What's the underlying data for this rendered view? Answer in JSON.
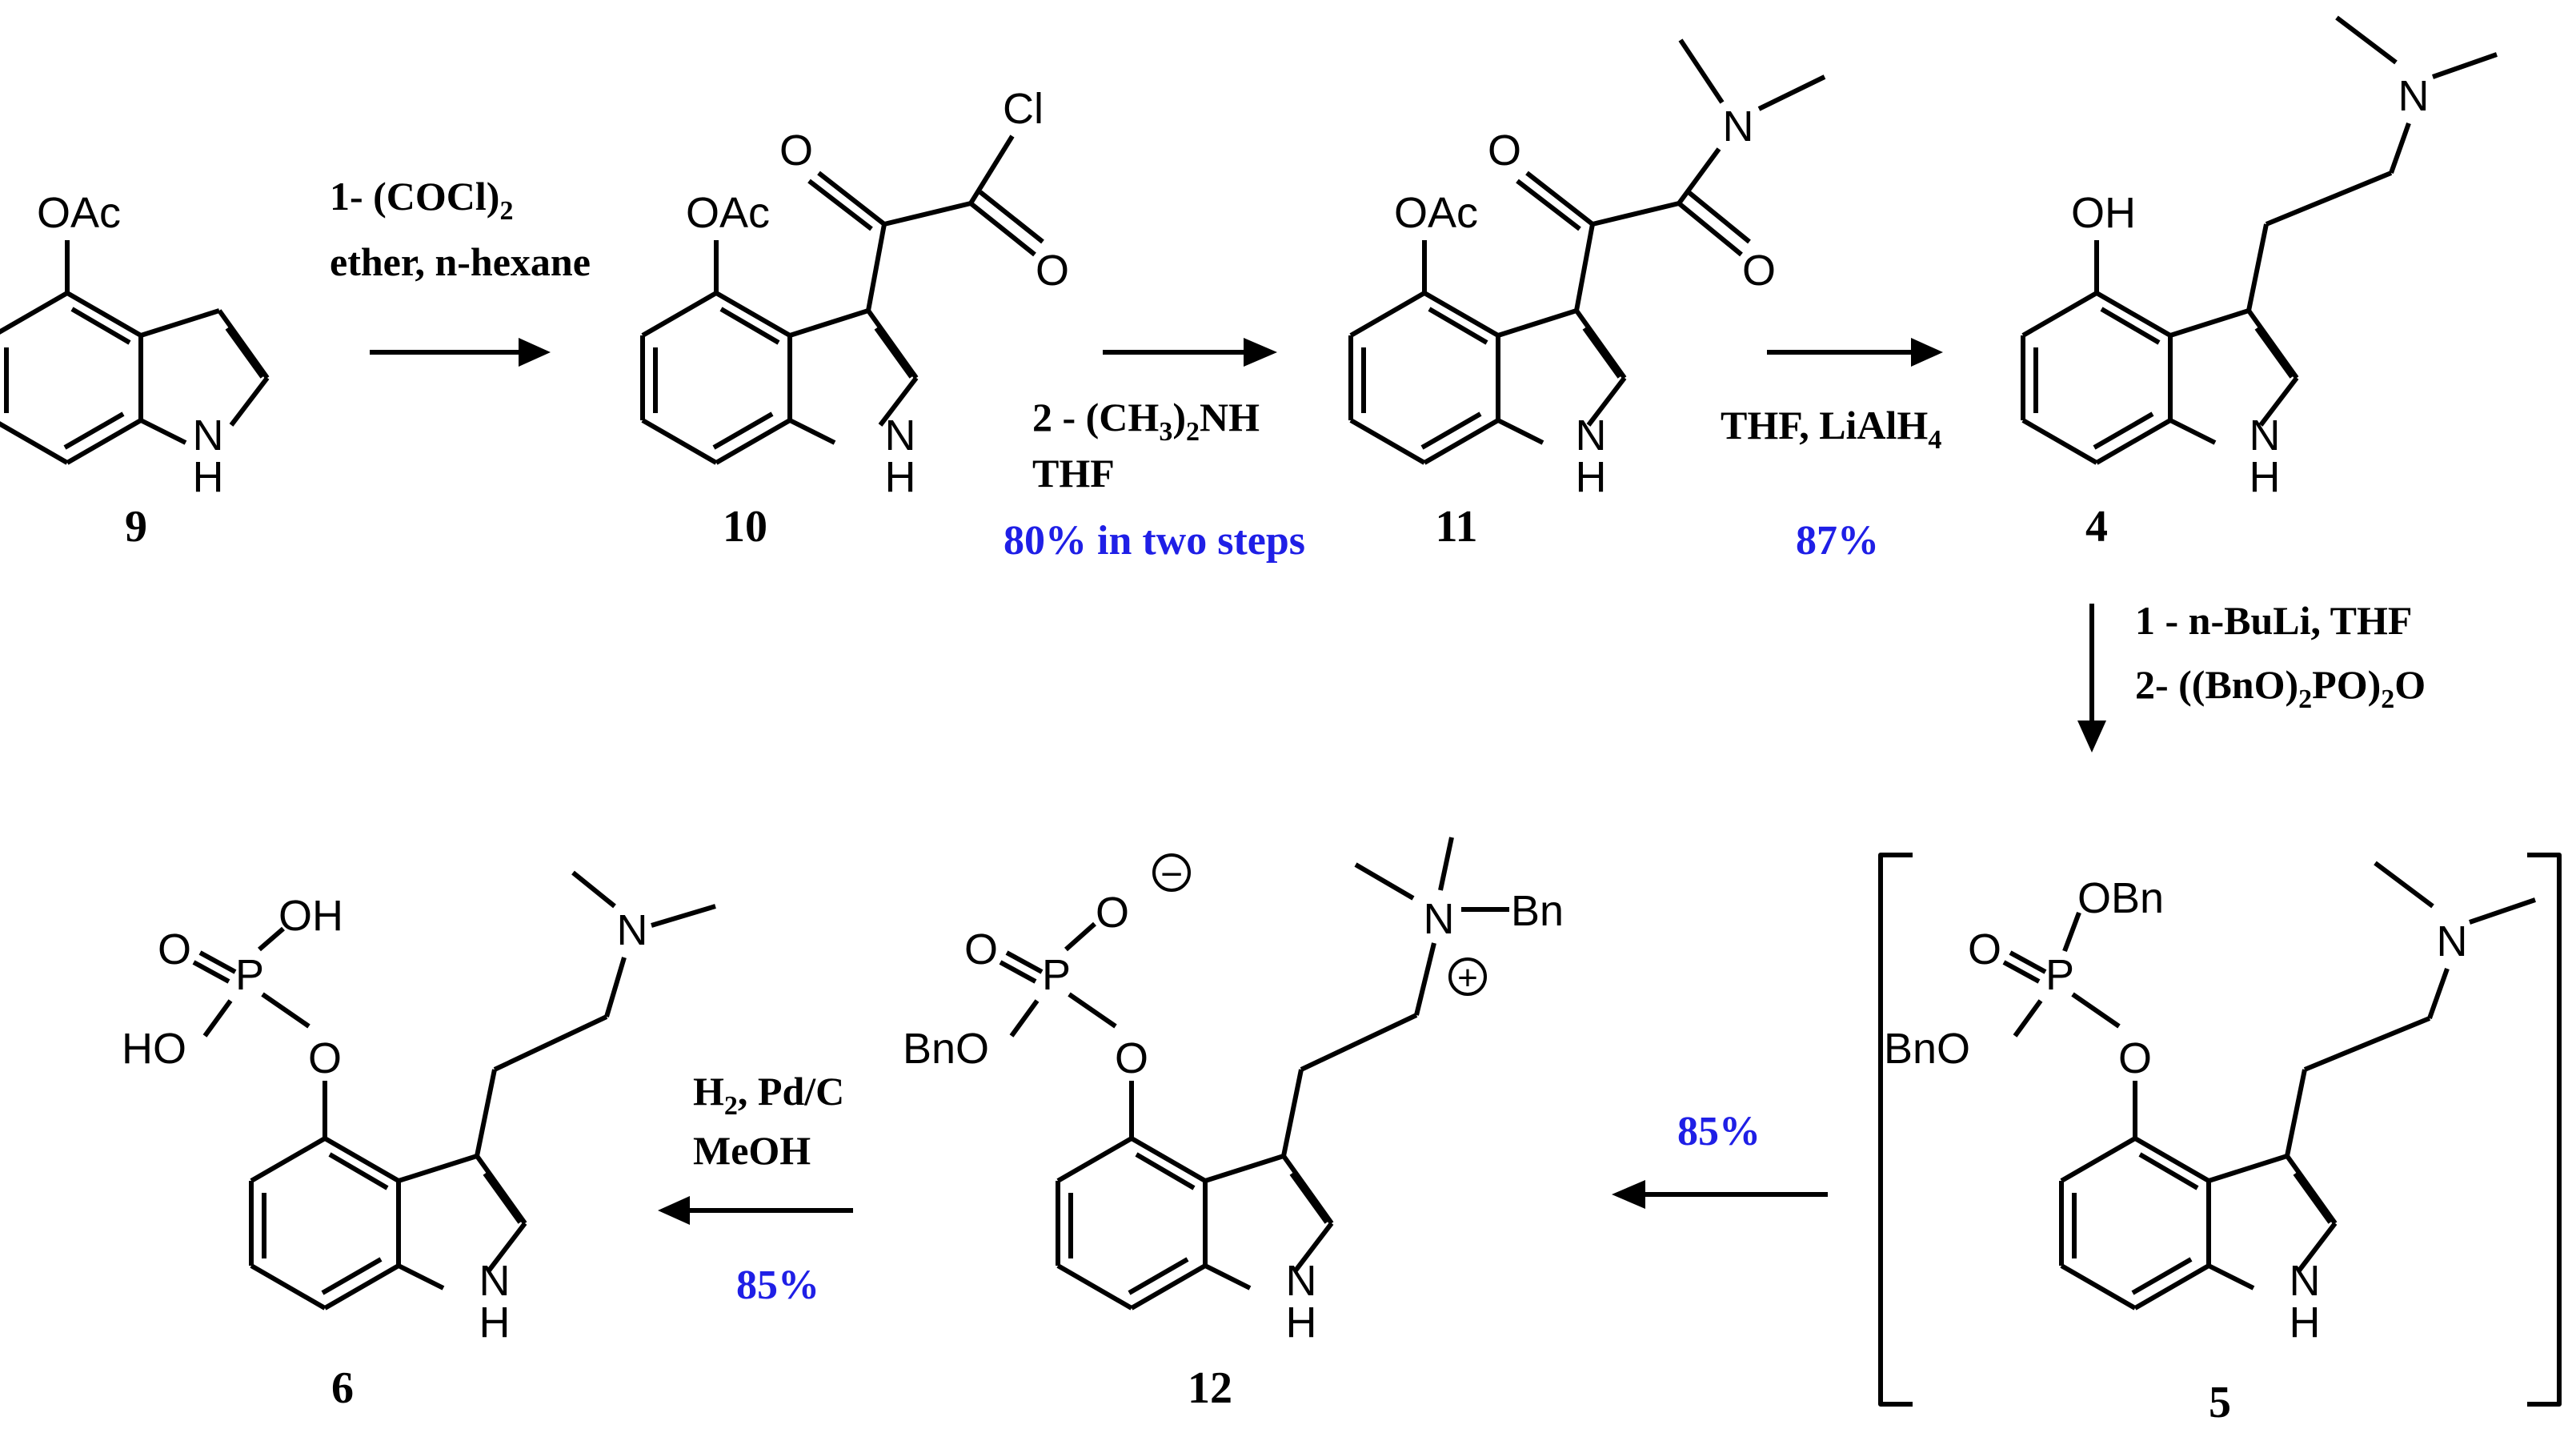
{
  "compounds": {
    "c9": {
      "number": "9",
      "sub": "OAc",
      "nh": "H",
      "n": "N"
    },
    "c10": {
      "number": "10",
      "sub": "OAc",
      "cl": "Cl",
      "o1": "O",
      "o2": "O",
      "nh": "H",
      "n": "N"
    },
    "c11": {
      "number": "11",
      "sub": "OAc",
      "n_amide": "N",
      "o1": "O",
      "o2": "O",
      "nh": "H",
      "n": "N"
    },
    "c4": {
      "number": "4",
      "sub": "OH",
      "n_amine": "N",
      "nh": "H",
      "n": "N"
    },
    "c5": {
      "number": "5",
      "obn1": "OBn",
      "obn2": "BnO",
      "p": "P",
      "o_dbl": "O",
      "o_link": "O",
      "n_amine": "N",
      "nh": "H",
      "n": "N"
    },
    "c12": {
      "number": "12",
      "bno": "BnO",
      "p": "P",
      "o_dbl": "O",
      "o_neg": "O",
      "o_link": "O",
      "n_plus": "N",
      "bn": "Bn",
      "charge_neg": "−",
      "charge_pos": "+",
      "nh": "H",
      "n": "N"
    },
    "c6": {
      "number": "6",
      "oh": "OH",
      "ho": "HO",
      "p": "P",
      "o_dbl": "O",
      "o_link": "O",
      "n_amine": "N",
      "nh": "H",
      "n": "N"
    }
  },
  "steps": {
    "s1": {
      "line1": "1- (COCl)",
      "line1_sub": "2",
      "line2": "ether, n-hexane"
    },
    "s2": {
      "line1a": "2 - (CH",
      "line1_sub1": "3",
      "line1b": ")",
      "line1_sub2": "2",
      "line1c": "NH",
      "line2": "THF",
      "yield": "80% in two steps"
    },
    "s3": {
      "line1a": "THF, LiAlH",
      "line1_sub": "4",
      "yield": "87%"
    },
    "s4": {
      "line1": "1 - n-BuLi, THF",
      "line2a": "2- ((BnO)",
      "line2_sub1": "2",
      "line2b": "PO)",
      "line2_sub2": "2",
      "line2c": "O"
    },
    "s5": {
      "yield": "85%"
    },
    "s6": {
      "line1a": "H",
      "line1_sub": "2",
      "line1b": ", Pd/C",
      "line2": "MeOH",
      "yield": "85%"
    }
  }
}
